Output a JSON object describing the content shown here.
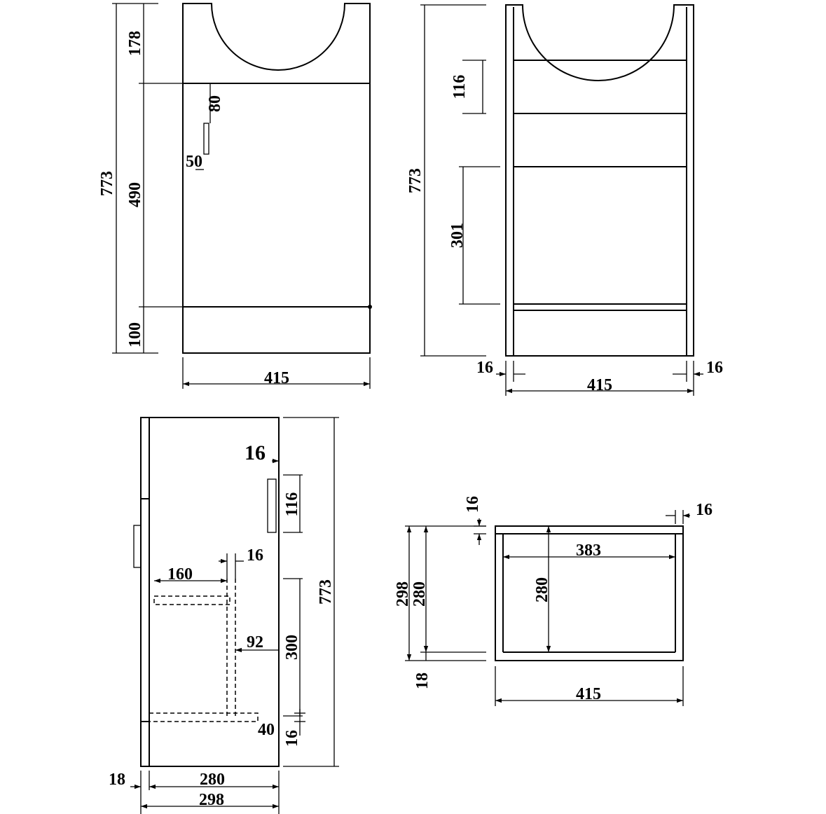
{
  "front_view": {
    "overall_height": "773",
    "top_section": "178",
    "door_height": "490",
    "plinth_height": "100",
    "handle_offset": "80",
    "handle_inset": "50",
    "width": "415"
  },
  "inner_view": {
    "overall_height": "773",
    "shelf_gap": "116",
    "lower_gap": "301",
    "side_left": "16",
    "side_right": "16",
    "width": "415"
  },
  "side_view": {
    "panel_thickness": "16",
    "rail_height": "116",
    "shelf_depth": "160",
    "shelf_thickness": "16",
    "upright_offset": "92",
    "opening_height": "300",
    "base_offset": "40",
    "base_thickness": "16",
    "overall_height": "773",
    "door_thickness": "18",
    "inner_depth": "280",
    "overall_depth": "298"
  },
  "plan_view": {
    "back_thickness": "16",
    "side_thickness": "16",
    "inner_width": "383",
    "outer_depth": "298",
    "depth_left": "280",
    "depth_center": "280",
    "front_thickness": "18",
    "width": "415"
  }
}
